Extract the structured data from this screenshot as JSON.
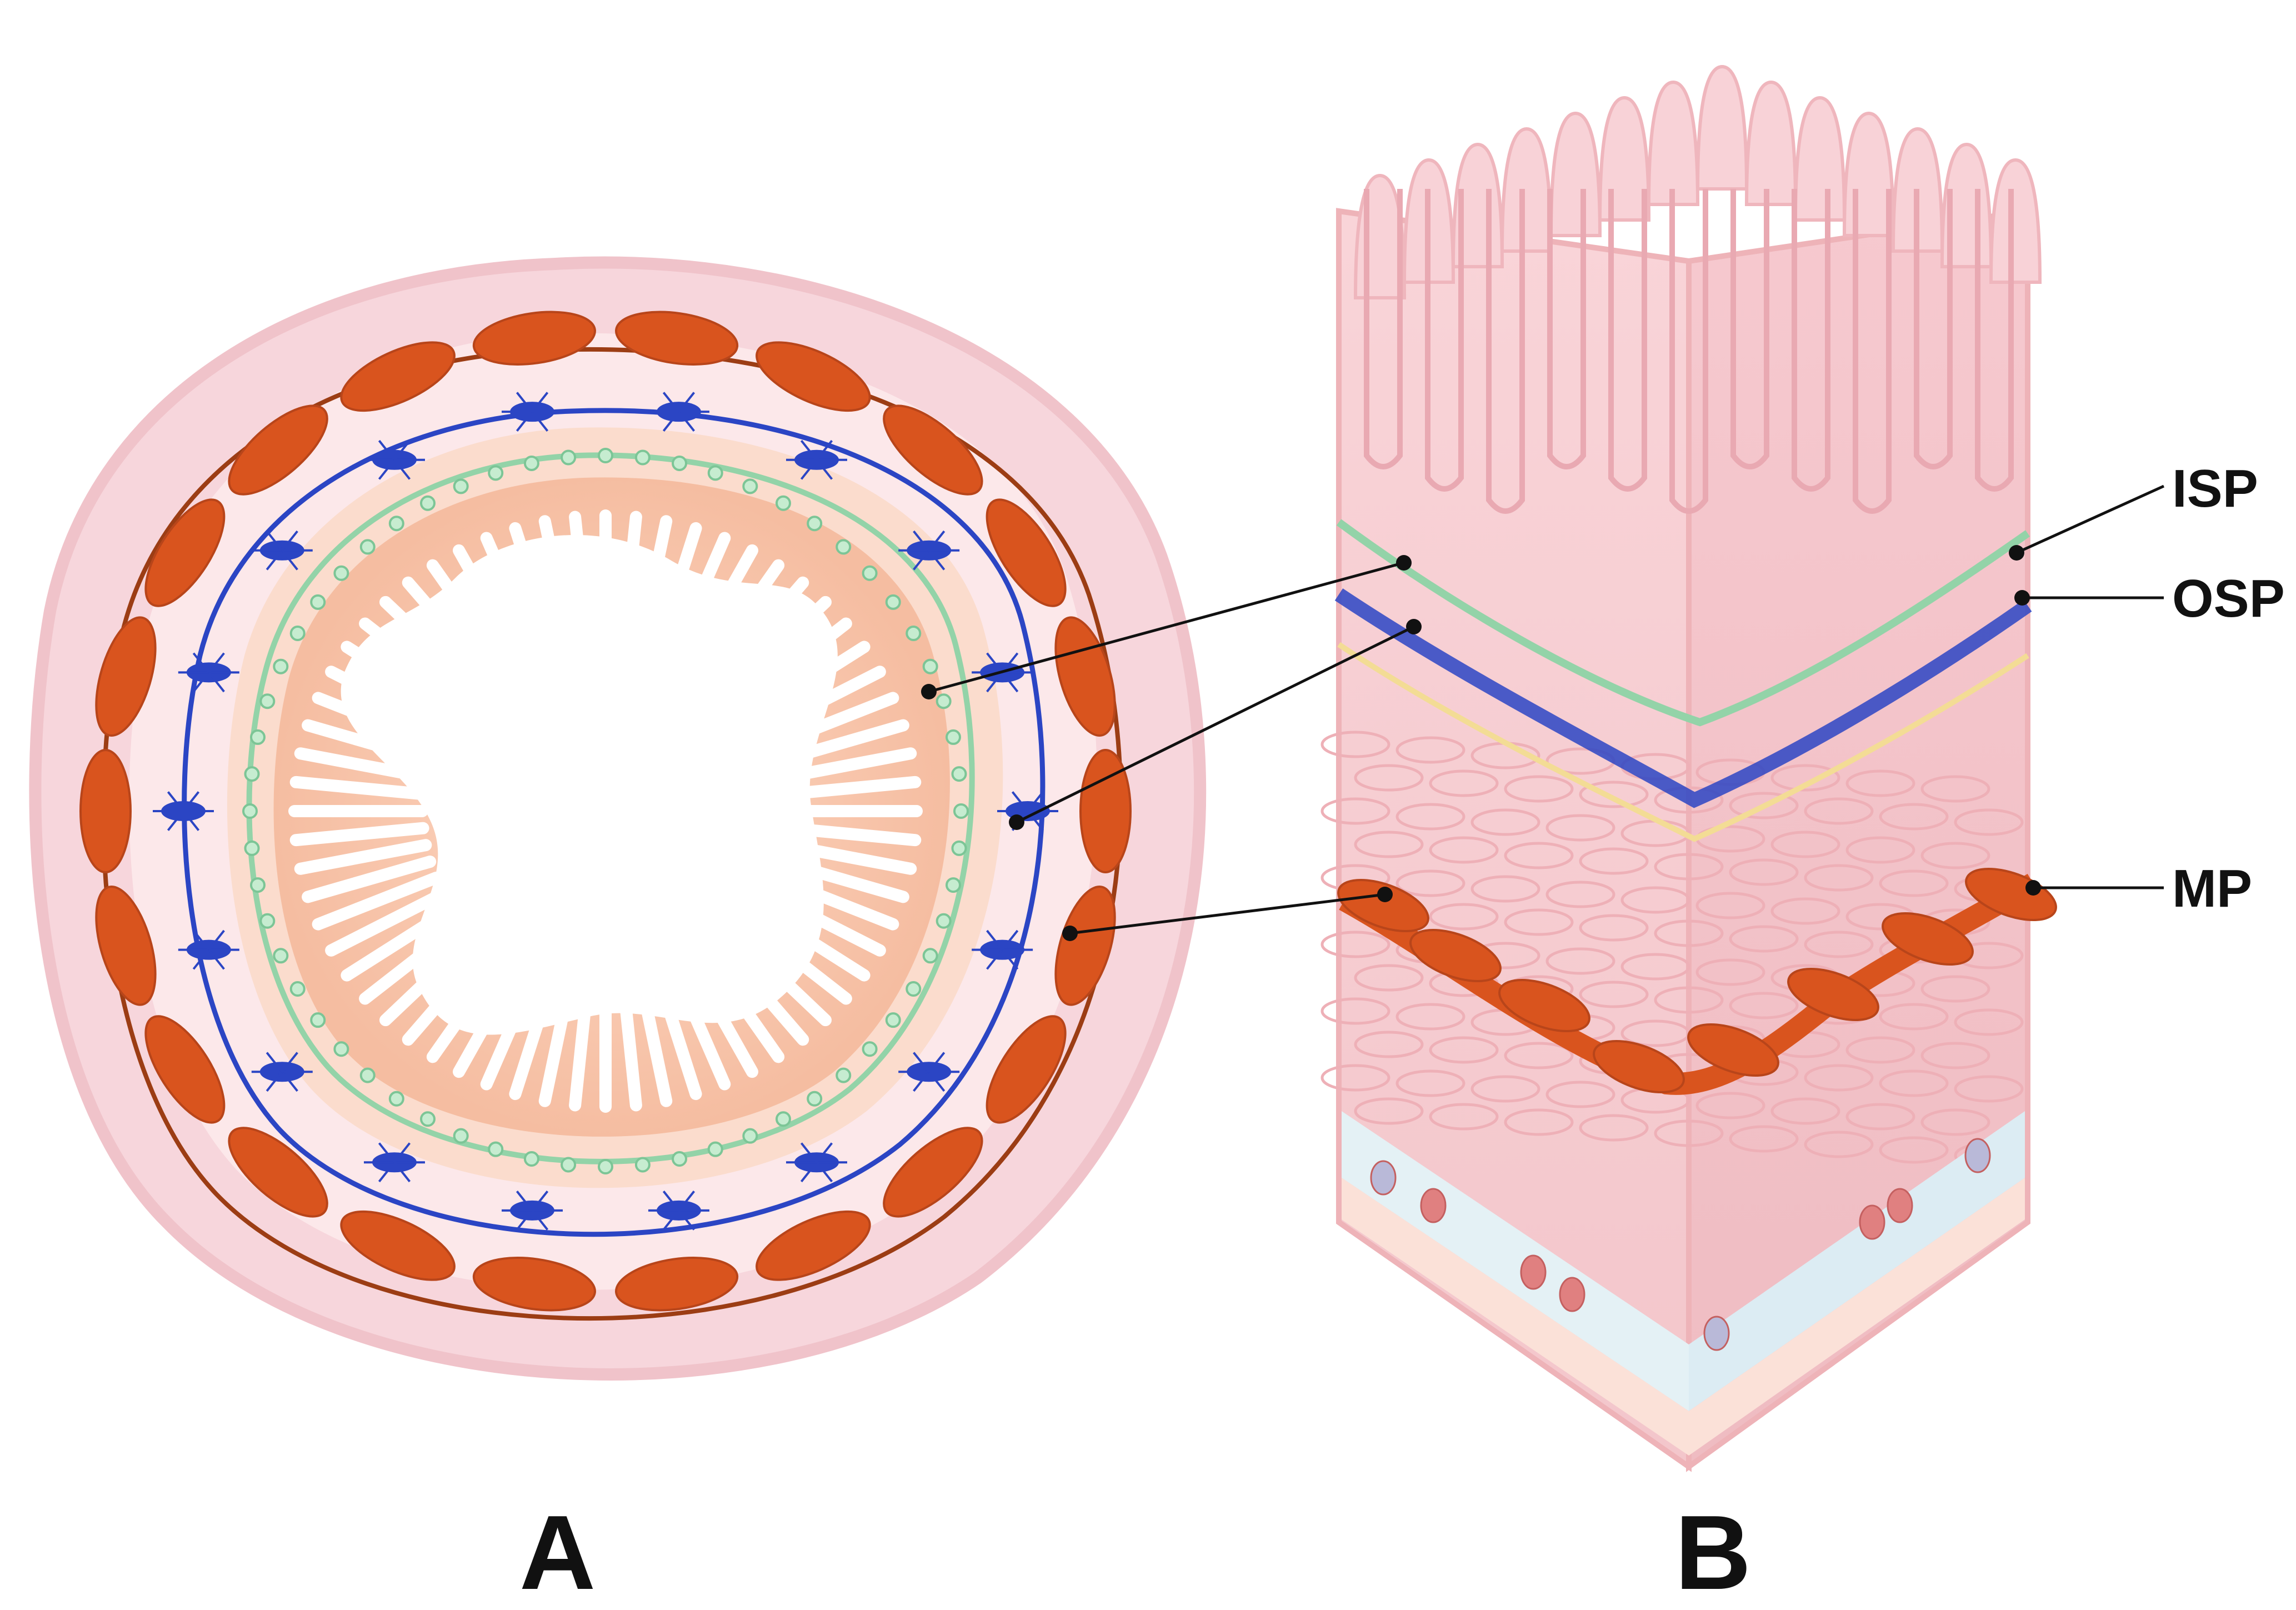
{
  "panels": {
    "a": {
      "letter": "A"
    },
    "b": {
      "letter": "B"
    }
  },
  "plexus_labels": {
    "isp": "ISP",
    "osp": "OSP",
    "mp": "MP"
  },
  "colors": {
    "serosa": "#f7d6dc",
    "outer_ring": "#fbe6e9",
    "muscle": "#fce8ea",
    "submucosa": "#fbdccd",
    "mucosa": "#f8c4aa",
    "lumen": "#ffffff",
    "myenteric_plexus": "#d9541e",
    "myenteric_connector": "#9c3d14",
    "outer_submucosal_plexus": "#2b45c4",
    "inner_submucosal_plexus": "#93d3a8",
    "tissue_pink": "#f6cfd2",
    "tissue_dark_pink": "#eeb3b8",
    "villus_pink": "#f8d2d7",
    "vessel_blue": "#e4f1f5",
    "leader_line": "#111111"
  },
  "icons": [
    "myenteric-ganglion-icon",
    "submucosal-ganglion-icon",
    "enteric-glia-icon",
    "blood-cell-icon"
  ]
}
